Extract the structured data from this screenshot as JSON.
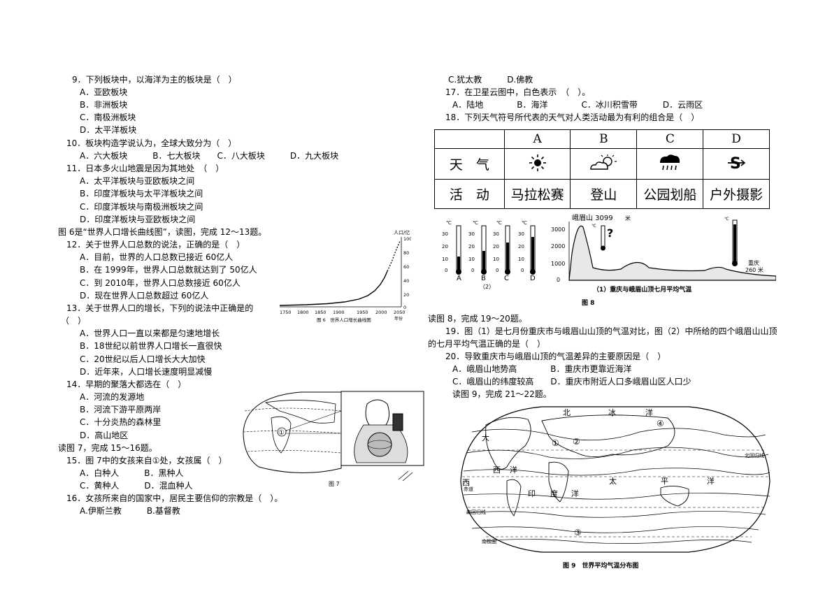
{
  "left": {
    "q9": "9．下列板块中，以海洋为主的板块是（　）",
    "q9a": "A．亚欧板块",
    "q9b": "B．非洲板块",
    "q9c": "C．南极洲板块",
    "q9d": "D．太平洋板块",
    "q10": "10．板块构造学说认为，全球大致分为（　）",
    "q10opts": "A．六大板块　　　B．七大板块　　C．八大板块　　　D．九大板块",
    "q11": "11．日本多火山地震是因为其地处　（　）",
    "q11a": "A．太平洋板块与亚欧板块之间",
    "q11b": "B．印度洋板块与太平洋板块之间",
    "q11c": "C．印度洋板块与南极洲板块之间",
    "q11d": "D．印度洋板块与亚欧板块之间",
    "fig6intro": "图 6是“世界人口增长曲线图”，读图，完成 12～13题。",
    "q12": "12．关于世界人口总数的说法，正确的是（　）",
    "q12a": "A．目前，世界的人口总数已接近 60亿人",
    "q12b": "B．在 1999年，世界人口总数就达到了 50亿人",
    "q12c": "C．到 2010年，世界人口总数接近 60亿人",
    "q12d": "D．现在世界人口总数超过 60亿人",
    "q13": "13．关于世界人口的增长，下列的说法中正确是的",
    "q13b": "（　）",
    "q13a": "A．世界人口一直以来都是匀速地增长",
    "q13bb": "B．18世纪以前世界人口增长一直很快",
    "q13c": "C．20世纪以后人口增长大大加快",
    "q13d": "D．近年来，人口增长速度明显减慢",
    "q14": "14．早期的聚落大都选在（　）",
    "q14a": "A．河流的发源地",
    "q14b": "B．河流下游平原两岸",
    "q14c": "C．十分炎热的森林里",
    "q14d": "D．高山地区",
    "fig7intro": "读图 7，完成 15～16题。",
    "q15": "15．图 7中的女孩来自①处，女孩属（　）",
    "q15ab": "A．白种人　　　B．黑种人",
    "q15cd": "C．黄种人　　　D．混血种人",
    "q16": "16．女孩所来自的国家中，居民主要信仰的宗教是（　）。",
    "q16ab": "A.伊斯兰教　　　B.基督教"
  },
  "right": {
    "q16cd": "C.犹太教　　　D.佛教",
    "q17": "17．在卫星云图中，白色表示　（　）。",
    "q17opts": "A．陆地　　　　B．海洋　　　　C．冰川积雪带　　　D．云雨区",
    "q18": "18．下列天气符号所代表的天气对人类活动最为有利的组合是（　）",
    "fig8intro": "读图 8，完成 19～20题。",
    "q19": "19．图（1）是七月份重庆市与峨眉山山顶的气温对比，图（2）中所给的四个峨眉山山顶",
    "q19b": "的七月平均气温正确的是（　）",
    "q20": "20．导致重庆市与峨眉山顶的气温差异的主要原因是（　）",
    "q20ab": "A．峨眉山地势高　　　　B．重庆市更靠近海洋",
    "q20cd": "C．峨眉山的纬度较高　　D．重庆市附近人口多峨眉山区人口少",
    "fig9intro": "读图 9，完成 21～22题。"
  },
  "weather_table": {
    "col_a": "A",
    "col_b": "B",
    "col_c": "C",
    "col_d": "D",
    "row1_label": "天　气",
    "row2_label": "活　动",
    "act_a": "马拉松赛",
    "act_b": "登山",
    "act_c": "公园划船",
    "act_d": "户外摄影",
    "icons": [
      "sunny-icon",
      "partly-cloudy-icon",
      "rain-icon",
      "sandstorm-icon"
    ]
  },
  "fig6": {
    "ylabel": "人口/亿",
    "yticks": [
      "100",
      "80",
      "60",
      "40",
      "20",
      "0"
    ],
    "xticks": [
      "1750",
      "1800",
      "1850",
      "1900",
      "1950",
      "2000",
      "2050"
    ],
    "xunit": "年份",
    "caption": "图 6　世界人口增长曲线图"
  },
  "fig7": {
    "caption": "图 7",
    "marker": "①"
  },
  "fig8": {
    "unit": "℃",
    "thermo_ticks": [
      "30",
      "20",
      "10",
      "0"
    ],
    "thermo_labels": [
      "A",
      "B",
      "C",
      "D"
    ],
    "sub2": "（2）",
    "peak": "峨眉山 3099",
    "peak_unit": "米",
    "yticks": [
      "3000",
      "2000",
      "1000",
      "0"
    ],
    "city": "重庆",
    "city_alt": "260 米",
    "qmark": "?",
    "sub1": "（1）重庆与峨眉山顶七月平均气温",
    "caption": "图 8"
  },
  "fig9": {
    "caption": "图 9　世界平均气温分布图",
    "labels": [
      "北",
      "冰",
      "洋",
      "大",
      "西",
      "太",
      "平",
      "洋",
      "印",
      "度",
      "洋",
      "西",
      "洋",
      "赤道",
      "北回归线",
      "南回归线",
      "南极圈"
    ],
    "marks": [
      "①",
      "②",
      "③",
      "④"
    ]
  }
}
